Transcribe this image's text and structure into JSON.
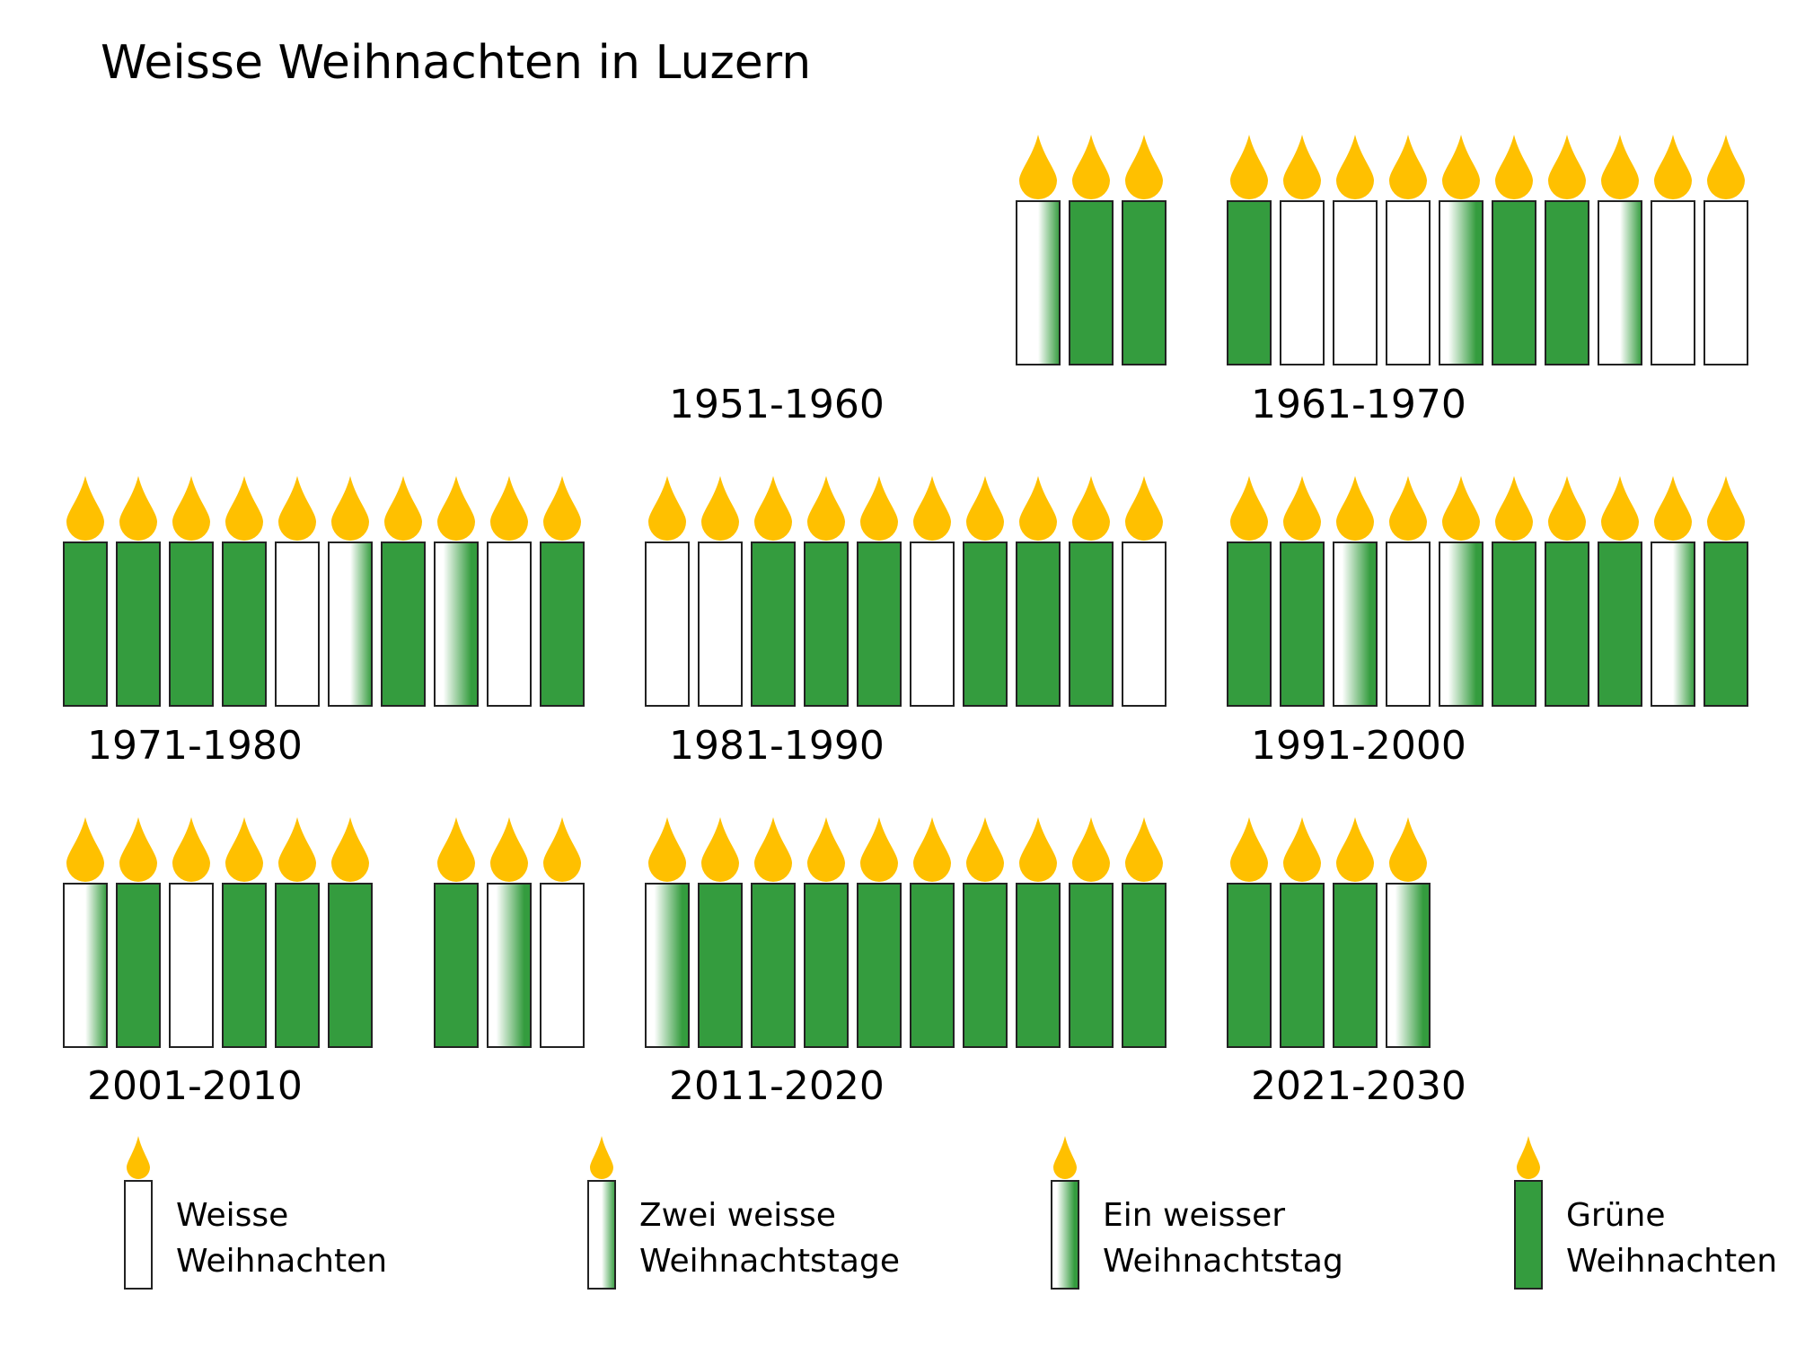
{
  "chart_data": {
    "type": "pictogram",
    "title": "Weisse Weihnachten in Luzern",
    "colors": {
      "green": "#349c3e",
      "white": "#ffffff",
      "flame": "#ffc000",
      "outline": "#222222"
    },
    "decades": [
      {
        "label": "1951-1960",
        "years": [
          null,
          null,
          null,
          null,
          null,
          null,
          null,
          "two",
          "green",
          "green"
        ]
      },
      {
        "label": "1961-1970",
        "years": [
          "green",
          "white",
          "white",
          "white",
          "one",
          "green",
          "green",
          "two",
          "white",
          "white"
        ]
      },
      {
        "label": "1971-1980",
        "years": [
          "green",
          "green",
          "green",
          "green",
          "white",
          "two",
          "green",
          "one",
          "white",
          "green"
        ]
      },
      {
        "label": "1981-1990",
        "years": [
          "white",
          "white",
          "green",
          "green",
          "green",
          "white",
          "green",
          "green",
          "green",
          "white"
        ]
      },
      {
        "label": "1991-2000",
        "years": [
          "green",
          "green",
          "one",
          "white",
          "one",
          "green",
          "green",
          "green",
          "two",
          "green"
        ]
      },
      {
        "label": "2001-2010",
        "years": [
          "two",
          "green",
          "white",
          "green",
          "green",
          "green",
          null,
          "green",
          "one",
          "white"
        ]
      },
      {
        "label": "2011-2020",
        "years": [
          "one",
          "green",
          "green",
          "green",
          "green",
          "green",
          "green",
          "green",
          "green",
          "green"
        ]
      },
      {
        "label": "2021-2030",
        "years": [
          "green",
          "green",
          "green",
          "one",
          null,
          null,
          null,
          null,
          null,
          null
        ]
      }
    ],
    "legend": [
      {
        "category": "white",
        "line1": "Weisse",
        "line2": "Weihnachten"
      },
      {
        "category": "two",
        "line1": "Zwei weisse",
        "line2": "Weihnachtstage"
      },
      {
        "category": "one",
        "line1": "Ein weisser",
        "line2": "Weihnachtstag"
      },
      {
        "category": "green",
        "line1": "Grüne",
        "line2": "Weihnachten"
      }
    ]
  }
}
